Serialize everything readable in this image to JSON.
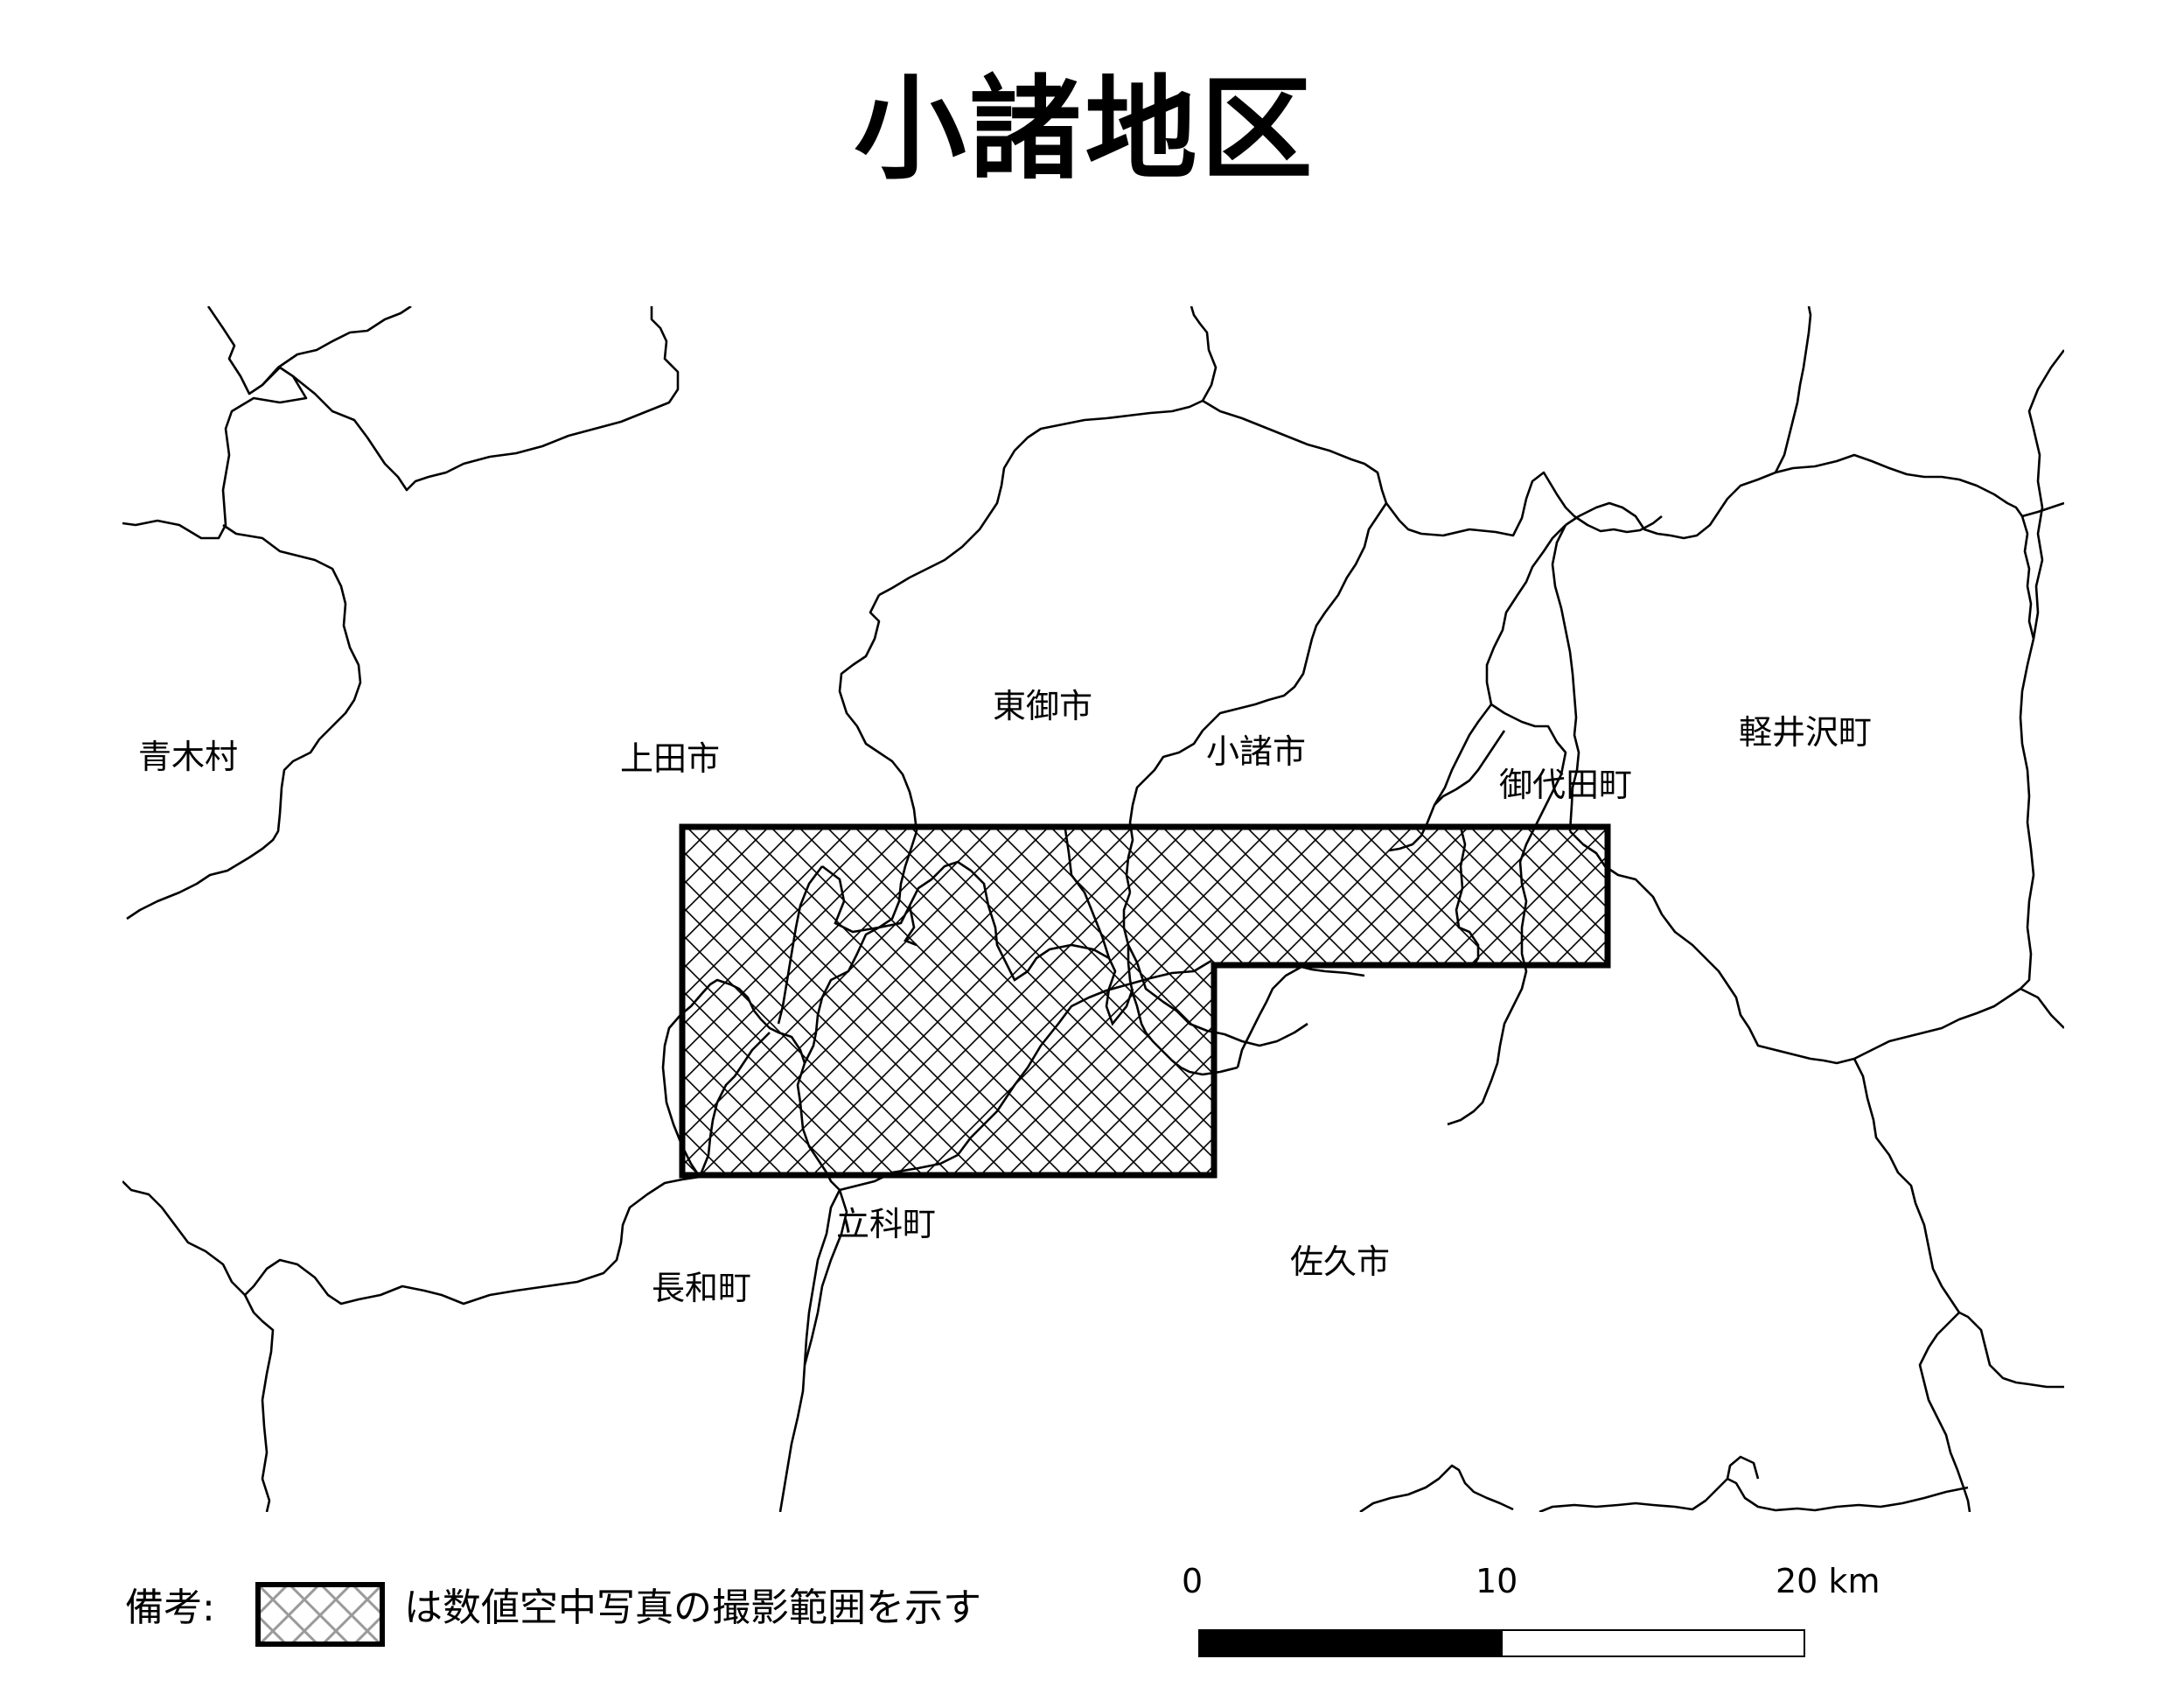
{
  "title": "小諸地区",
  "places": [
    {
      "id": "aoki",
      "name": "青木村"
    },
    {
      "id": "ueda",
      "name": "上田市"
    },
    {
      "id": "tomi",
      "name": "東御市"
    },
    {
      "id": "komoro",
      "name": "小諸市"
    },
    {
      "id": "miyota",
      "name": "御代田町"
    },
    {
      "id": "karuizawa",
      "name": "軽井沢町"
    },
    {
      "id": "tateshina",
      "name": "立科町"
    },
    {
      "id": "nagawa",
      "name": "長和町"
    },
    {
      "id": "saku",
      "name": "佐久市"
    }
  ],
  "legend": {
    "label": "備考:",
    "text": "は数値空中写真の撮影範囲を示す"
  },
  "scale": {
    "ticks": [
      "0",
      "10",
      "20 km"
    ],
    "max_km": 20
  },
  "colors": {
    "boundary": "#000000",
    "hatch": "#000000",
    "legend_hatch": "#9a9a9a"
  }
}
